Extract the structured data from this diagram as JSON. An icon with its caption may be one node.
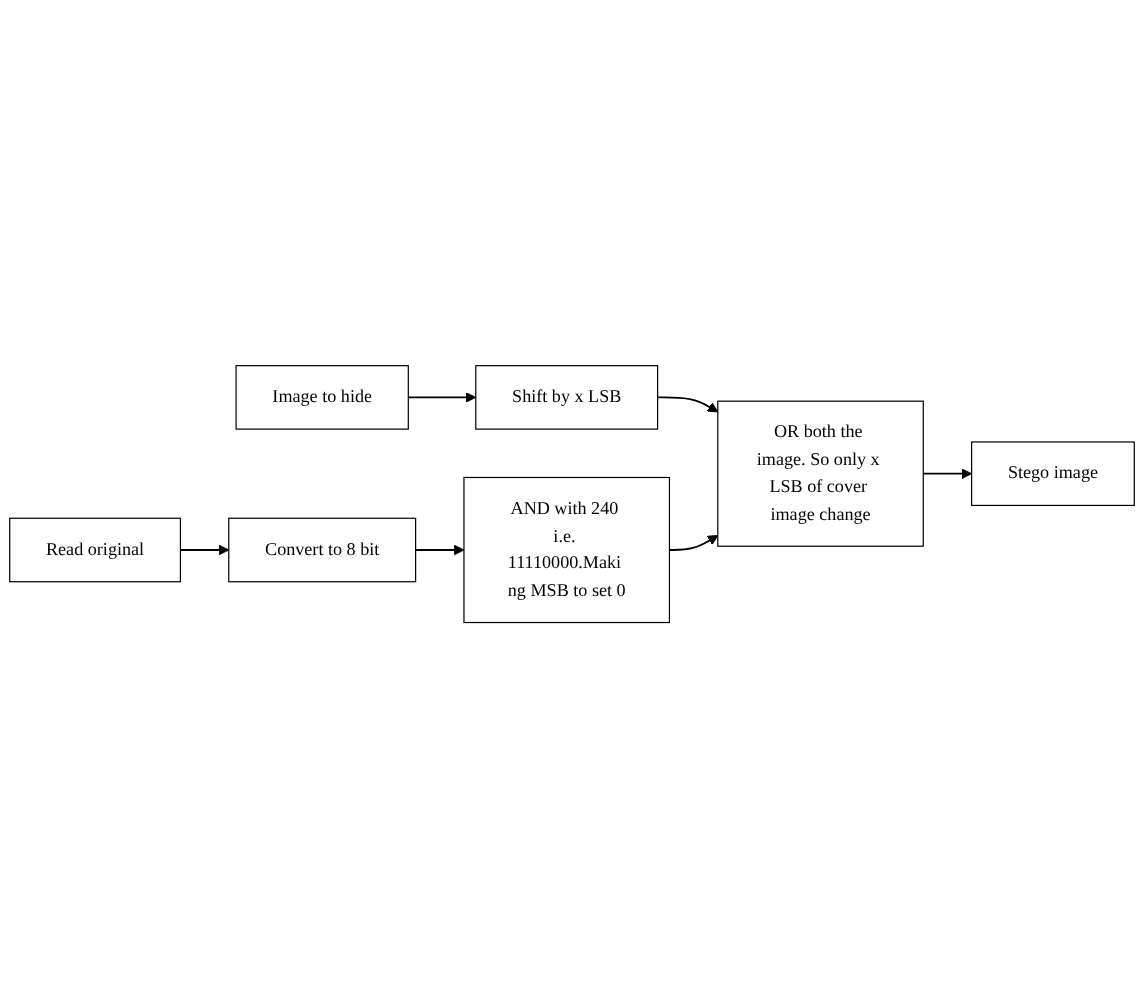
{
  "diagram": {
    "nodes": [
      {
        "text": [
          "Image to hide"
        ]
      },
      {
        "text": [
          "Shift by x LSB"
        ]
      },
      {
        "text": [
          "OR both the image. So only x LSB of cover image change"
        ]
      },
      {
        "text": [
          "Stego image"
        ]
      },
      {
        "text": [
          "Read original"
        ]
      },
      {
        "text": [
          "Convert to 8 bit"
        ]
      },
      {
        "text": [
          "AND with 240 i.e. 11110000.Maki ng MSB to set 0"
        ]
      }
    ],
    "edges": [
      {
        "from": 0,
        "to": 1,
        "arrow": "to"
      },
      {
        "from": 1,
        "to": 2,
        "arrow": "to"
      },
      {
        "from": 2,
        "to": 3,
        "arrow": "to"
      },
      {
        "from": 4,
        "to": 5,
        "arrow": "to"
      },
      {
        "from": 5,
        "to": 6,
        "arrow": "to"
      },
      {
        "from": 6,
        "to": 2,
        "arrow": "to"
      }
    ]
  }
}
